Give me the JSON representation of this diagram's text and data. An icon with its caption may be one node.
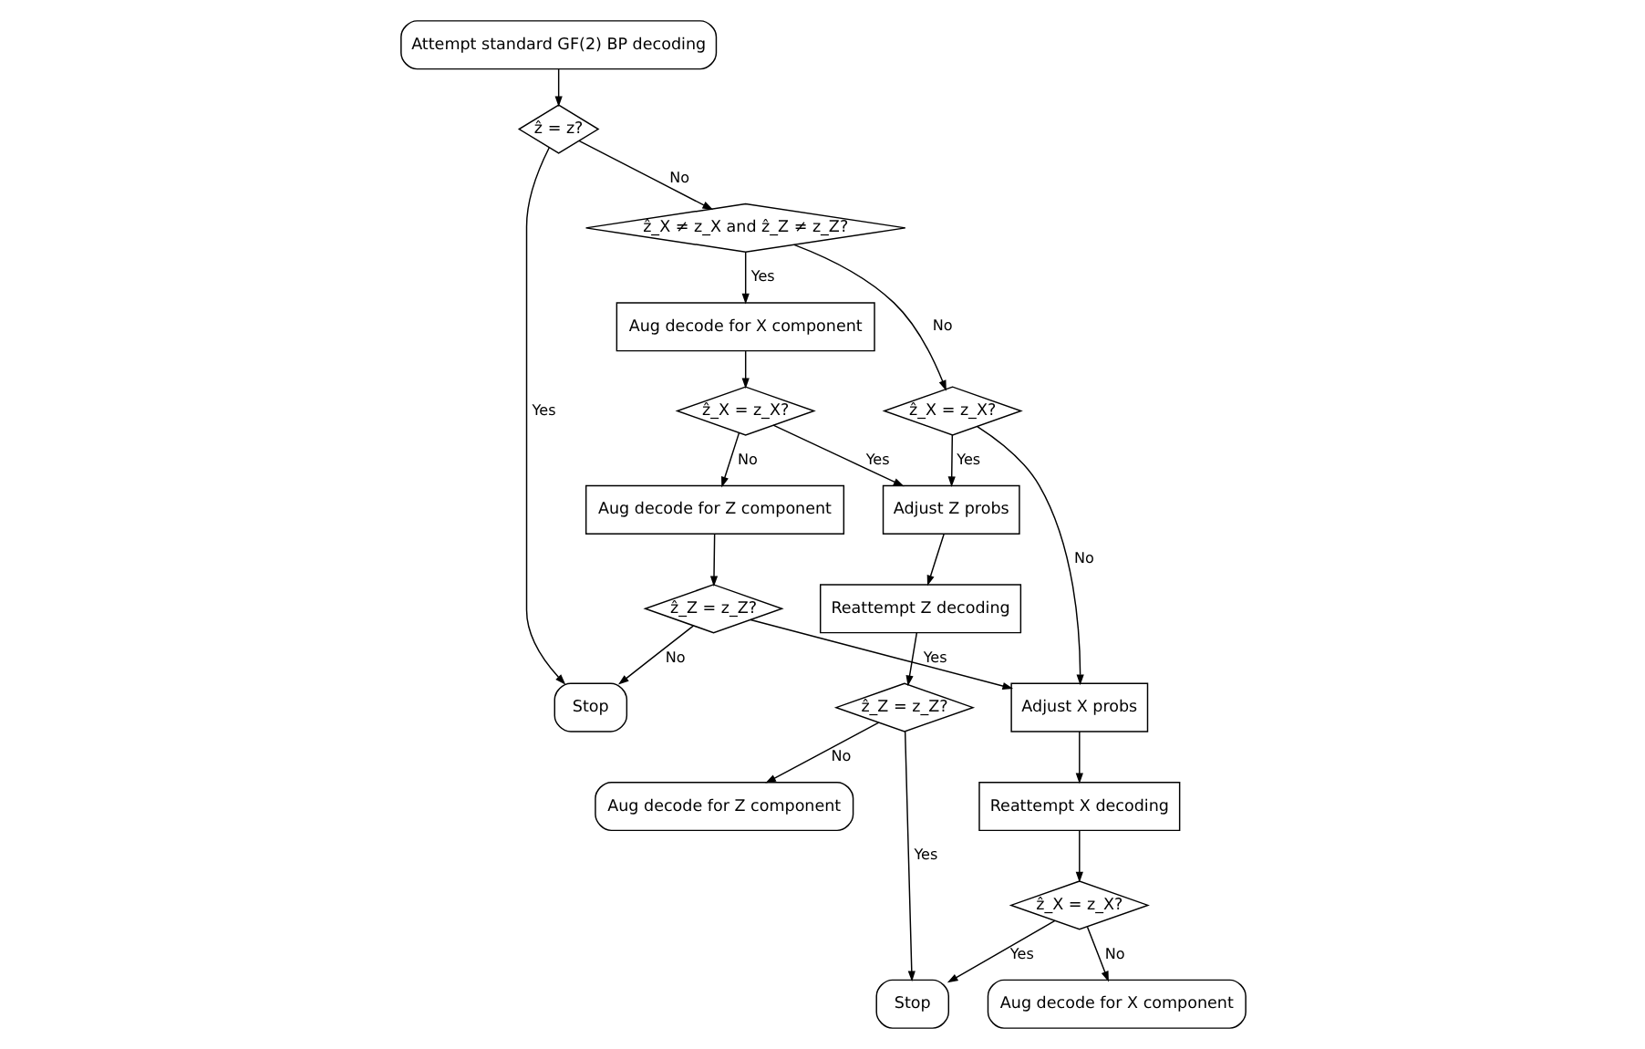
{
  "diagram": {
    "nodes": [
      {
        "text": [
          "Attempt standard GF(2) BP decoding"
        ]
      },
      {
        "text": [
          "Stop"
        ]
      },
      {
        "text": [
          "ẑ = z?"
        ]
      },
      {
        "text": [
          "ẑ_X ≠ z_X and ẑ_Z ≠ z_Z?"
        ]
      },
      {
        "text": [
          "Aug decode for X component"
        ]
      },
      {
        "text": [
          "ẑ_X = z_X?"
        ]
      },
      {
        "text": [
          "Aug decode for Z component"
        ]
      },
      {
        "text": [
          "ẑ_Z = z_Z?"
        ]
      },
      {
        "text": [
          "ẑ_X = z_X?"
        ]
      },
      {
        "text": [
          "Adjust Z probs"
        ]
      },
      {
        "text": [
          "Reattempt Z decoding"
        ]
      },
      {
        "text": [
          "ẑ_Z = z_Z?"
        ]
      },
      {
        "text": [
          "Aug decode for Z component"
        ]
      },
      {
        "text": [
          "Adjust X probs"
        ]
      },
      {
        "text": [
          "Reattempt X decoding"
        ]
      },
      {
        "text": [
          "ẑ_X = z_X?"
        ]
      },
      {
        "text": [
          "Aug decode for X component"
        ]
      },
      {
        "text": [
          "Stop"
        ]
      }
    ],
    "edges": [
      {
        "from": 0,
        "to": 2,
        "arrow": "to"
      },
      {
        "from": 2,
        "to": 1,
        "arrow": "to",
        "label": "Yes"
      },
      {
        "from": 2,
        "to": 3,
        "arrow": "to",
        "label": "No"
      },
      {
        "from": 3,
        "to": 8,
        "arrow": "to",
        "label": "No"
      },
      {
        "from": 3,
        "to": 4,
        "arrow": "to",
        "label": "Yes"
      },
      {
        "from": 4,
        "to": 5,
        "arrow": "to"
      },
      {
        "from": 5,
        "to": 9,
        "arrow": "to",
        "label": "Yes"
      },
      {
        "from": 5,
        "to": 6,
        "arrow": "to",
        "label": "No"
      },
      {
        "from": 6,
        "to": 7,
        "arrow": "to"
      },
      {
        "from": 7,
        "to": 1,
        "arrow": "to",
        "label": "No"
      },
      {
        "from": 7,
        "to": 13,
        "arrow": "to",
        "label": "Yes"
      },
      {
        "from": 8,
        "to": 9,
        "arrow": "to",
        "label": "Yes"
      },
      {
        "from": 8,
        "to": 13,
        "arrow": "to",
        "label": "No"
      },
      {
        "from": 9,
        "to": 10,
        "arrow": "to"
      },
      {
        "from": 10,
        "to": 11,
        "arrow": "to"
      },
      {
        "from": 11,
        "to": 12,
        "arrow": "to",
        "label": "No"
      },
      {
        "from": 11,
        "to": 17,
        "arrow": "to",
        "label": "Yes"
      },
      {
        "from": 13,
        "to": 14,
        "arrow": "to"
      },
      {
        "from": 14,
        "to": 15,
        "arrow": "to"
      },
      {
        "from": 15,
        "to": 16,
        "arrow": "to",
        "label": "No"
      },
      {
        "from": 15,
        "to": 17,
        "arrow": "to",
        "label": "Yes"
      }
    ]
  }
}
